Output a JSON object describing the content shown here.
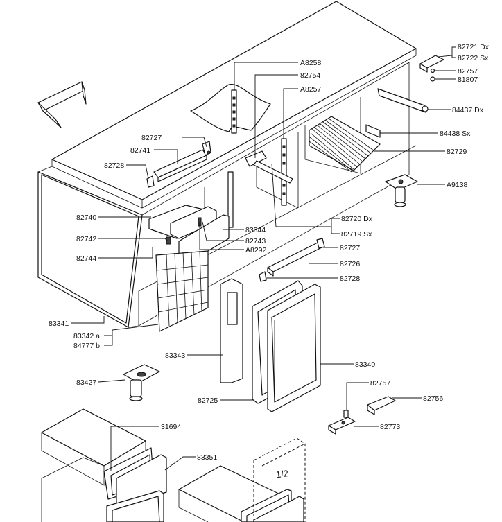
{
  "labels": {
    "a8258": "A8258",
    "p82754": "82754",
    "a8257": "A8257",
    "p82721": "82721 Dx",
    "p82722": "82722 Sx",
    "p82757a": "82757",
    "p81807": "81807",
    "p84437": "84437 Dx",
    "p84438": "84438 Sx",
    "p82729": "82729",
    "a9138": "A9138",
    "p82727a": "82727",
    "p82741": "82741",
    "p82728a": "82728",
    "p82740": "82740",
    "p82742": "82742",
    "p82744": "82744",
    "p83344": "83344",
    "p82743": "82743",
    "a8292": "A8292",
    "p82720": "82720 Dx",
    "p82719": "82719 Sx",
    "p82727b": "82727",
    "p82726": "82726",
    "p82728b": "82728",
    "p83341": "83341",
    "p83342": "83342 a",
    "p84777": "84777 b",
    "p83343": "83343",
    "p83340": "83340",
    "p83427": "83427",
    "p82725": "82725",
    "p82757b": "82757",
    "p82756": "82756",
    "p82773": "82773",
    "p31694": "31694",
    "p83351": "83351",
    "half": "1/2"
  }
}
